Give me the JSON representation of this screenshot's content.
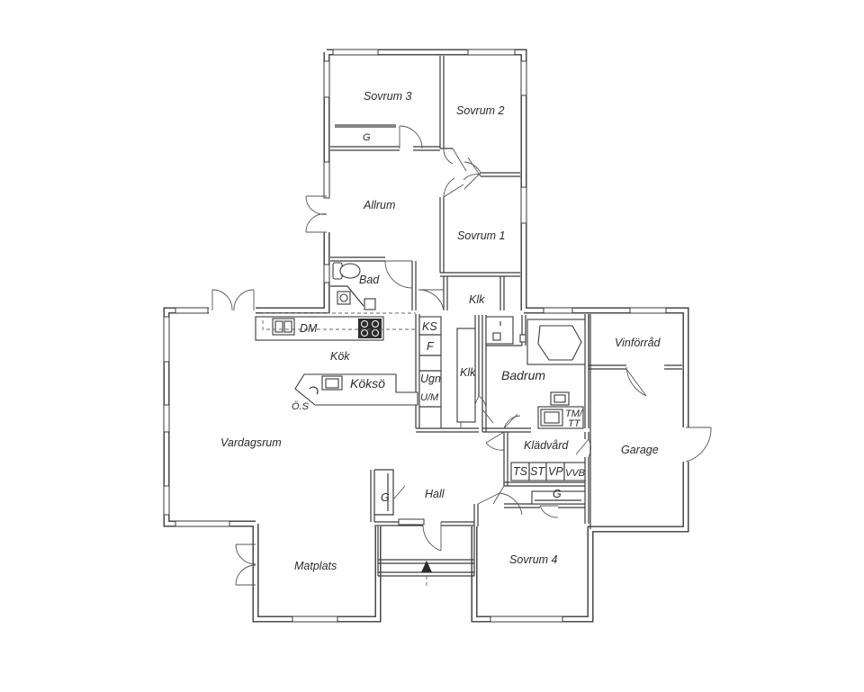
{
  "plan": {
    "rooms": {
      "sovrum3": "Sovrum 3",
      "sovrum2": "Sovrum 2",
      "allrum": "Allrum",
      "sovrum1": "Sovrum 1",
      "bad": "Bad",
      "klk_top": "Klk",
      "kok": "Kök",
      "koksö": "Köksö",
      "vardagsrum": "Vardagsrum",
      "badrum": "Badrum",
      "vinforrad": "Vinförråd",
      "garage": "Garage",
      "kladvard": "Klädvård",
      "hall": "Hall",
      "matplats": "Matplats",
      "sovrum4": "Sovrum 4",
      "klk_mid": "Klk"
    },
    "fixtures": {
      "g_sovrum3": "G",
      "dm": "DM",
      "ks": "KS",
      "f": "F",
      "ugn": "Ugn",
      "um": "U/M",
      "os": "Ö.S",
      "tmtt_1": "TM/",
      "tmtt_2": "TT",
      "ts": "TS",
      "st": "ST",
      "vp": "VP",
      "vvb": "VVB",
      "g_hall": "G",
      "g_sovrum4": "G"
    }
  }
}
